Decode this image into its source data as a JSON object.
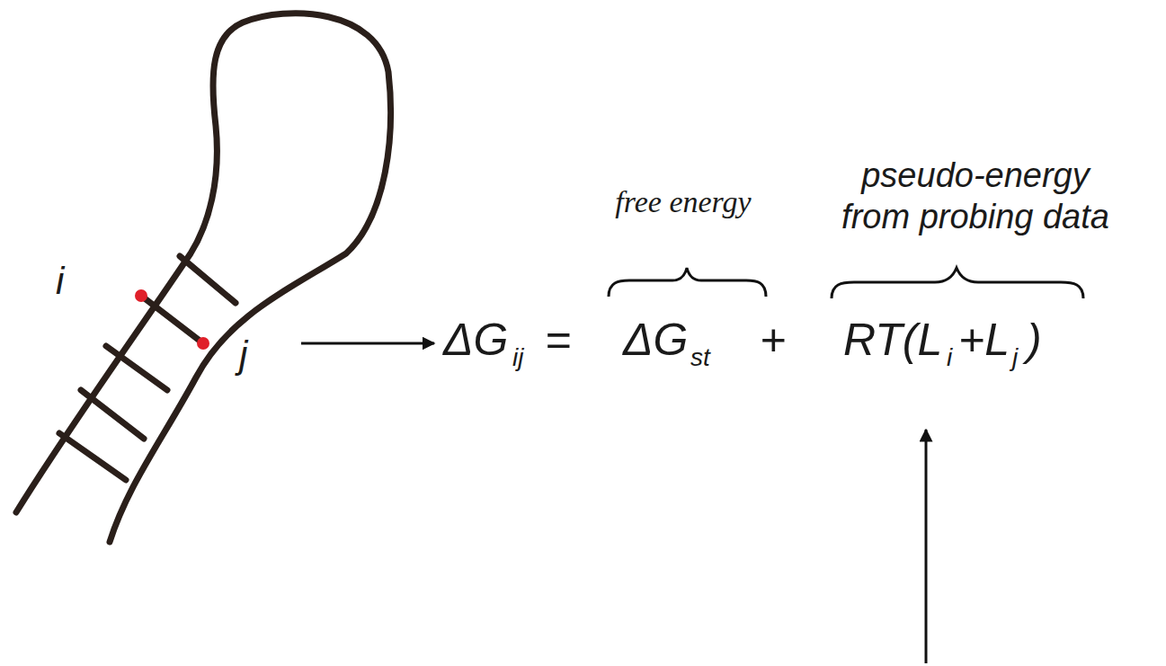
{
  "diagram": {
    "labels": [
      "free energy",
      "pseudo-energy",
      "from probing data",
      "i",
      "j",
      "ΔG",
      "ij",
      "=",
      "ΔG",
      "st",
      "+",
      "RT(L",
      "i",
      "+L",
      "j",
      ")"
    ]
  }
}
